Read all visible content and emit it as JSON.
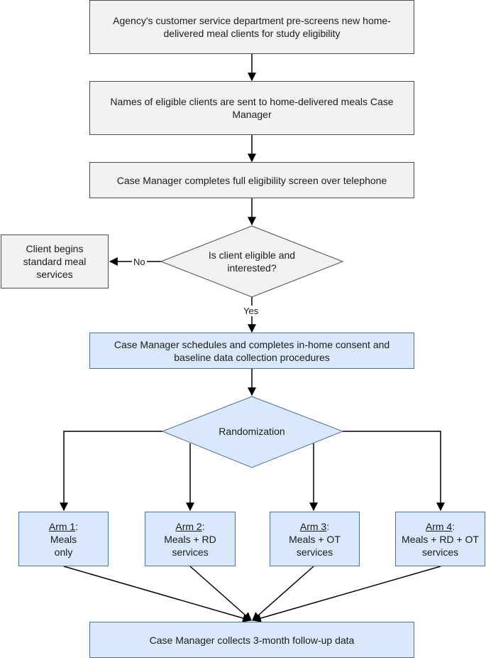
{
  "boxes": {
    "prescreen": "Agency's customer service department pre-screens new home-delivered meal clients for study eligibility",
    "names_sent": "Names of eligible clients are sent to home-delivered meals Case Manager",
    "phone_screen": "Case Manager completes full eligibility screen over telephone",
    "standard_services": "Client begins standard meal services",
    "consent": "Case Manager schedules and completes in-home consent and baseline data collection procedures",
    "followup": "Case Manager collects 3-month follow-up data"
  },
  "decisions": {
    "eligible": "Is client eligible and interested?",
    "randomization": "Randomization"
  },
  "edge_labels": {
    "no": "No",
    "yes": "Yes"
  },
  "arms": [
    {
      "title": "Arm 1",
      "suffix": ":",
      "desc": "Meals only"
    },
    {
      "title": "Arm 2",
      "suffix": ":",
      "desc": "Meals + RD services"
    },
    {
      "title": "Arm 3",
      "suffix": ":",
      "desc": "Meals + OT services"
    },
    {
      "title": "Arm 4",
      "suffix": ":",
      "desc": "Meals + RD + OT services"
    }
  ],
  "colors": {
    "gray_fill": "#f2f2f2",
    "blue_fill": "#dae8fc",
    "line": "#000000"
  }
}
